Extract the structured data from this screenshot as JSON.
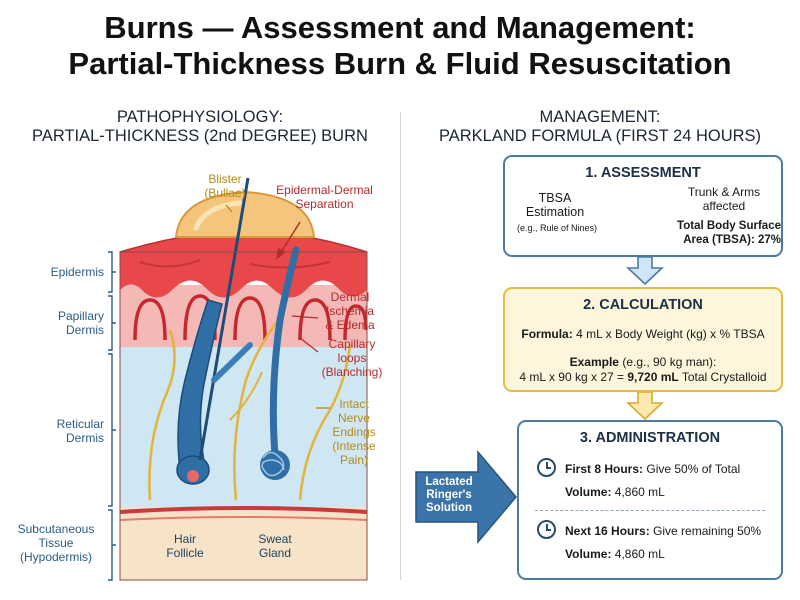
{
  "title": {
    "line1": "Burns — Assessment and Management:",
    "line2": "Partial-Thickness Burn & Fluid Resuscitation"
  },
  "left": {
    "heading1": "PATHOPHYSIOLOGY:",
    "heading2": "PARTIAL-THICKNESS (2nd DEGREE) BURN",
    "labels": {
      "blister": [
        "Blister",
        "(Bullae)"
      ],
      "separation": [
        "Epidermal-Dermal",
        "Separation"
      ],
      "epidermis": [
        "Epidermis"
      ],
      "papillary": [
        "Papillary",
        "Dermis"
      ],
      "reticular": [
        "Reticular",
        "Dermis"
      ],
      "subcutaneous": [
        "Subcutaneous",
        "Tissue",
        "(Hypodermis)"
      ],
      "ischemia": [
        "Dermal",
        "Ischemia",
        "& Edema"
      ],
      "capillary": [
        "Capillary",
        "loops",
        "(Blanching)"
      ],
      "nerve": [
        "Intact",
        "Nerve",
        "Endings",
        "(Intense",
        "Pain)"
      ],
      "hair": [
        "Hair",
        "Follicle"
      ],
      "sweat": [
        "Sweat",
        "Gland"
      ]
    }
  },
  "right": {
    "heading1": "MANAGEMENT:",
    "heading2": "PARKLAND FORMULA (FIRST 24 HOURS)",
    "assessment": {
      "title": "1. ASSESSMENT",
      "tbsa": [
        "TBSA",
        "Estimation"
      ],
      "rule": "(e.g., Rule of Nines)",
      "affected": [
        "Trunk & Arms",
        "affected"
      ],
      "result": [
        "Total Body Surface",
        "Area (TBSA): 27%"
      ]
    },
    "calculation": {
      "title": "2. CALCULATION",
      "formula_label": "Formula:",
      "formula": "4 mL x Body Weight (kg) x % TBSA",
      "example_label": "Example",
      "example_note": "(e.g., 90 kg man):",
      "example_calc": "4 mL x 90 kg x 27 =",
      "example_result": "9,720 mL",
      "example_tail": "Total Crystalloid"
    },
    "administration": {
      "title": "3. ADMINISTRATION",
      "first_label": "First 8 Hours:",
      "first_text": "Give 50% of Total",
      "first_volume_label": "Volume:",
      "first_volume": "4,860 mL",
      "next_label": "Next 16 Hours:",
      "next_text": "Give remaining 50%",
      "next_volume_label": "Volume:",
      "next_volume": "4,860 mL"
    },
    "solution_arrow": [
      "Lactated",
      "Ringer's",
      "Solution"
    ]
  },
  "colors": {
    "epidermis": "#e8484a",
    "papillary": "#f3b2b0",
    "reticular": "#cfe6f3",
    "hypodermis": "#f7e3c8",
    "gold_box": "#e9bb3a",
    "blue_box": "#4b7aa5",
    "arrow_blue": "#3a74a8"
  }
}
